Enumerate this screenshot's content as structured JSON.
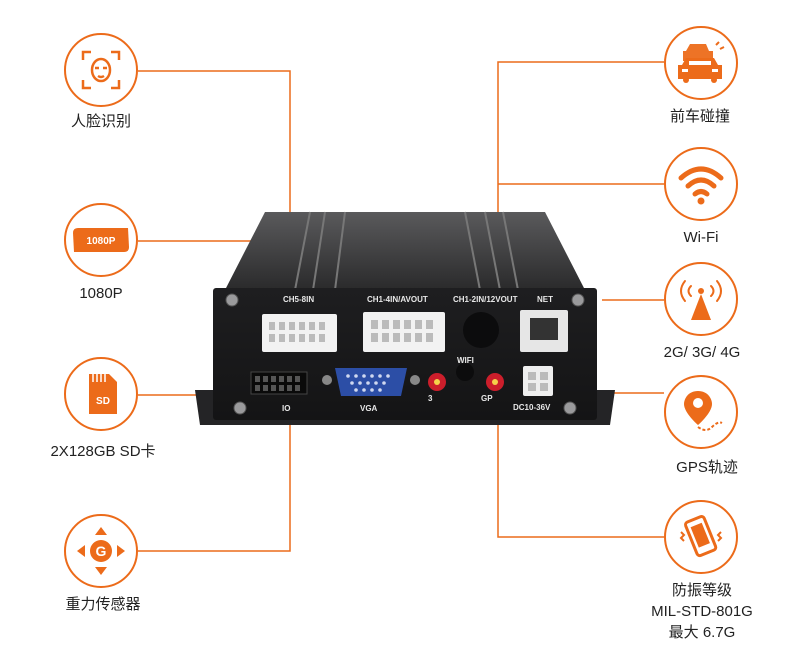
{
  "colors": {
    "accent": "#ec6b1a",
    "device_body": "#1b1b1c",
    "connector": "#f2f2f2",
    "vga": "#2c4ea6",
    "antenna": "#cc1e2b"
  },
  "features_left": [
    {
      "icon": "face-recognition-icon",
      "label": "人脸识别"
    },
    {
      "icon": "1080p-badge-icon",
      "label": "1080P",
      "badge_text": "1080P"
    },
    {
      "icon": "sd-card-icon",
      "label": "2X128GB SD卡",
      "badge_text": "SD"
    },
    {
      "icon": "gravity-sensor-icon",
      "label": "重力传感器",
      "badge_text": "G"
    }
  ],
  "features_right": [
    {
      "icon": "car-collision-icon",
      "label": "前车碰撞"
    },
    {
      "icon": "wifi-icon",
      "label": "Wi-Fi"
    },
    {
      "icon": "cellular-antenna-icon",
      "label": "2G/ 3G/ 4G"
    },
    {
      "icon": "gps-track-icon",
      "label": "GPS轨迹"
    },
    {
      "icon": "vibration-phone-icon",
      "label_lines": [
        "防振等级",
        "MIL-STD-801G",
        "最大 6.7G"
      ]
    }
  ],
  "device": {
    "port_labels": {
      "ch5_8": "CH5-8IN",
      "ch1_4": "CH1-4IN/AVOUT",
      "ch1_2": "CH1-2IN/12VOUT",
      "net": "NET",
      "wifi": "WIFI",
      "io": "IO",
      "vga": "VGA",
      "three_g": "3",
      "gps": "GP",
      "dc": "DC10-36V"
    }
  }
}
